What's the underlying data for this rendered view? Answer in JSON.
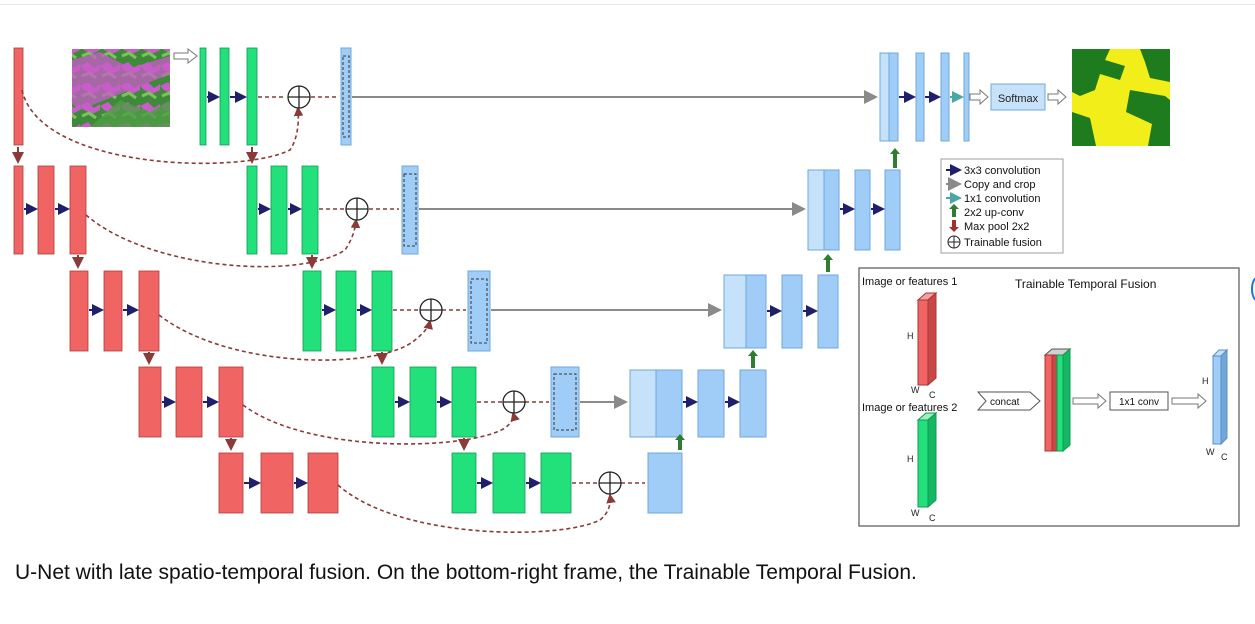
{
  "legend": {
    "items": [
      {
        "label": "3x3 convolution",
        "icon": "dark-arrow-icon",
        "color": "#1f1f6b"
      },
      {
        "label": "Copy and crop",
        "icon": "gray-arrow-icon",
        "color": "#888888"
      },
      {
        "label": "1x1 convolution",
        "icon": "teal-arrow-icon",
        "color": "#4aa7a7"
      },
      {
        "label": "2x2 up-conv",
        "icon": "green-up-arrow-icon",
        "color": "#2e7d32"
      },
      {
        "label": "Max pool 2x2",
        "icon": "red-down-arrow-icon",
        "color": "#a33030"
      },
      {
        "label": "Trainable fusion",
        "icon": "circled-plus-icon",
        "color": "#222222"
      }
    ]
  },
  "softmax_label": "Softmax",
  "inset": {
    "title": "Trainable Temporal Fusion",
    "input1": "Image or features 1",
    "input2": "Image or features 2",
    "concat": "concat",
    "conv": "1x1 conv",
    "h": "H",
    "w": "W",
    "c": "C"
  },
  "colors": {
    "encoder_a": "#f06464",
    "encoder_b": "#22e07a",
    "decoder": "#9fcdf7",
    "decoder_light": "#c6e2fb",
    "skip_line": "#8a8a8a",
    "dashed": "#8b3a3a"
  },
  "caption": "U-Net with late spatio-temporal fusion. On the bottom-right frame, the Trainable Temporal Fusion."
}
